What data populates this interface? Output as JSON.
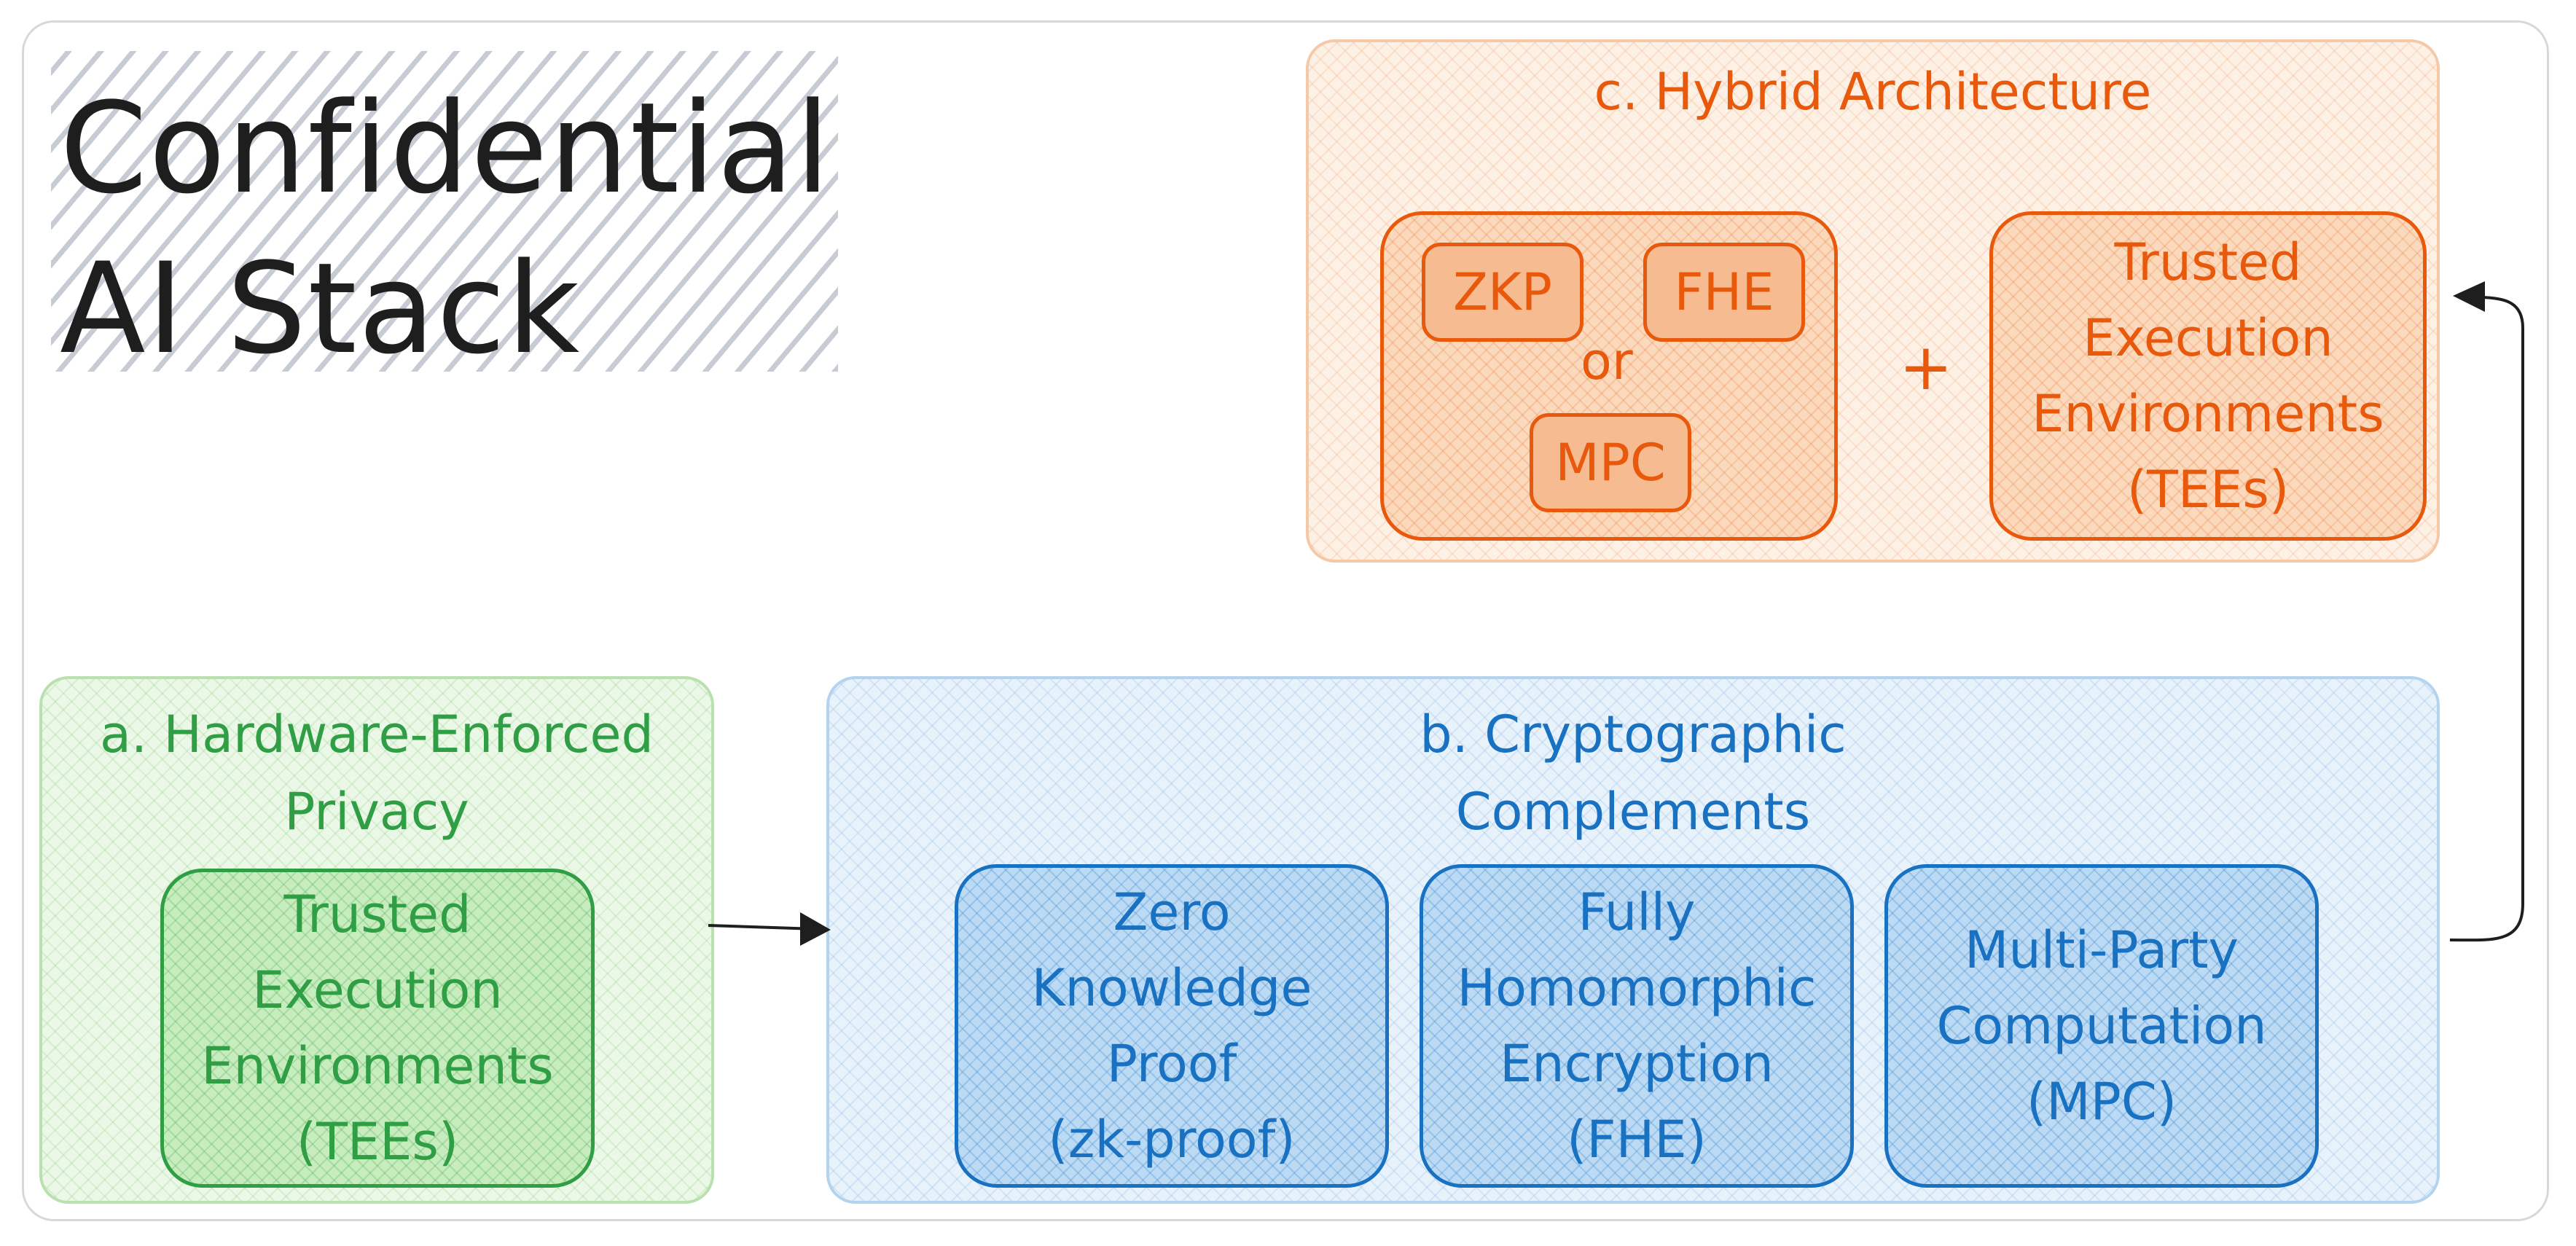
{
  "title": {
    "line1": "Confidential",
    "line2": "AI Stack"
  },
  "hardware": {
    "heading_line1": "a. Hardware-Enforced",
    "heading_line2": "Privacy",
    "tee": "Trusted\nExecution\nEnvironments\n(TEEs)"
  },
  "crypto": {
    "heading_line1": "b. Cryptographic",
    "heading_line2": "Complements",
    "items": [
      {
        "label": "Zero\nKnowledge\nProof\n(zk-proof)"
      },
      {
        "label": "Fully\nHomomorphic\nEncryption\n(FHE)"
      },
      {
        "label": "Multi-Party\nComputation\n(MPC)"
      }
    ]
  },
  "hybrid": {
    "heading": "c. Hybrid Architecture",
    "zkp": "ZKP",
    "fhe": "FHE",
    "or": "or",
    "mpc": "MPC",
    "plus": "+",
    "tee": "Trusted\nExecution\nEnvironments\n(TEEs)"
  },
  "colors": {
    "green": "#2f9e44",
    "blue": "#1971c2",
    "orange": "#e8590c",
    "title": "#1e1e1e"
  }
}
